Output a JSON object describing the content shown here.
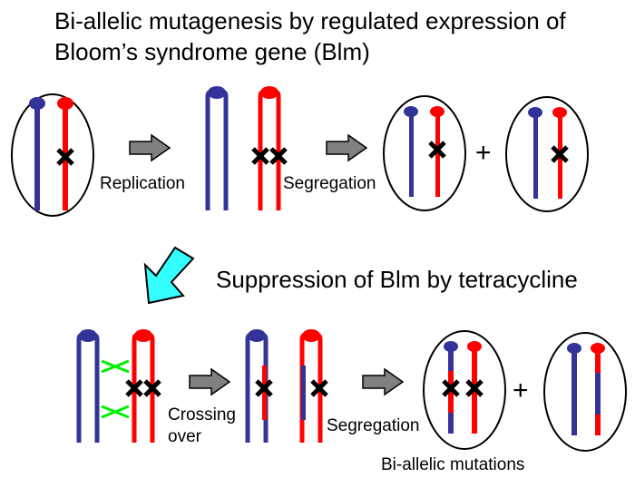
{
  "title": {
    "line1": "Bi-allelic mutagenesis by regulated expression of",
    "line2": "Bloom’s syndrome gene (Blm)"
  },
  "colors": {
    "chromosome_a": "#333399",
    "chromosome_b": "#ff0000",
    "crossover": "#00ee00",
    "big_arrow": "#33ffff",
    "step_arrow": "#808080",
    "mutation": "#000000"
  },
  "top_row": {
    "step1_label": "Replication",
    "step2_label": "Segregation",
    "plus": "+"
  },
  "transition_label": "Suppression of Blm by tetracycline",
  "bottom_row": {
    "step1_label_line1": "Crossing",
    "step1_label_line2": "over",
    "step2_label": "Segregation",
    "plus": "+",
    "result_label": "Bi-allelic mutations"
  },
  "icons": {
    "mutation": "x-mark-icon",
    "step": "right-arrow-icon",
    "transition": "down-left-arrow-icon",
    "crossover": "crossover-x-icon"
  }
}
